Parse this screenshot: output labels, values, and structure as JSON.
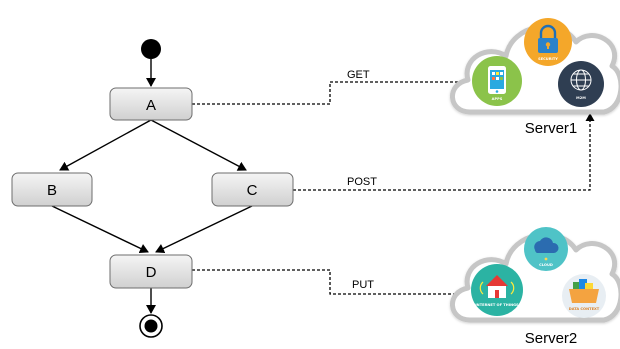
{
  "nodes": {
    "a": "A",
    "b": "B",
    "c": "C",
    "d": "D"
  },
  "edges": {
    "get": "GET",
    "post": "POST",
    "put": "PUT"
  },
  "servers": {
    "server1": {
      "label": "Server1",
      "icons": {
        "mobile": "APPS",
        "security": "SECURITY",
        "network": "M2M"
      }
    },
    "server2": {
      "label": "Server2",
      "icons": {
        "cloud": "CLOUD",
        "iot": "INTERNET OF THINGS",
        "data": "DATA CONTEXT"
      }
    }
  },
  "colors": {
    "node_fill_top": "#f4f4f4",
    "node_fill_bottom": "#d2d2d2",
    "cloud_fill": "#ffffff",
    "cloud_stroke": "#c8c8c8",
    "security_orange": "#f4a72a",
    "mobile_green": "#8bc34a",
    "network_navy": "#2f3e52",
    "cloud_teal": "#4fc3c7",
    "iot_teal": "#2bb3a3",
    "data_orange": "#f4a340"
  }
}
